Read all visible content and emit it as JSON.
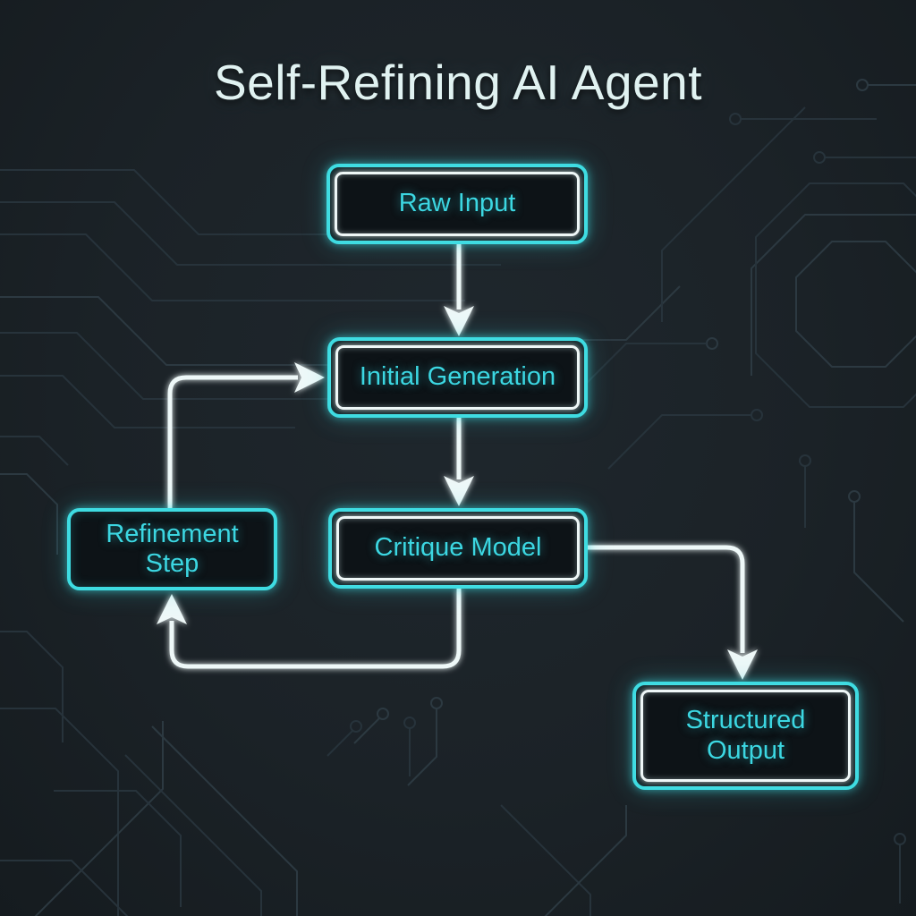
{
  "title": "Self-Refining AI Agent",
  "diagram_type": "flowchart",
  "colors": {
    "background": "#1b2227",
    "node_border": "#3edce2",
    "node_inner_border": "#eef7f7",
    "node_fill": "#0d1317",
    "node_text": "#3cd7e2",
    "title_text": "#e0f2f1",
    "connector": "#eef8f8",
    "circuit_trace": "#27333b"
  },
  "nodes": {
    "raw_input": {
      "label": "Raw Input"
    },
    "initial_generation": {
      "label": "Initial Generation"
    },
    "critique_model": {
      "label": "Critique Model"
    },
    "refinement_step": {
      "label": "Refinement Step"
    },
    "structured_output": {
      "label": "Structured Output"
    }
  },
  "edges": [
    {
      "from": "Raw Input",
      "to": "Initial Generation"
    },
    {
      "from": "Initial Generation",
      "to": "Critique Model"
    },
    {
      "from": "Critique Model",
      "to": "Structured Output"
    },
    {
      "from": "Critique Model",
      "to": "Refinement Step"
    },
    {
      "from": "Refinement Step",
      "to": "Initial Generation"
    }
  ]
}
